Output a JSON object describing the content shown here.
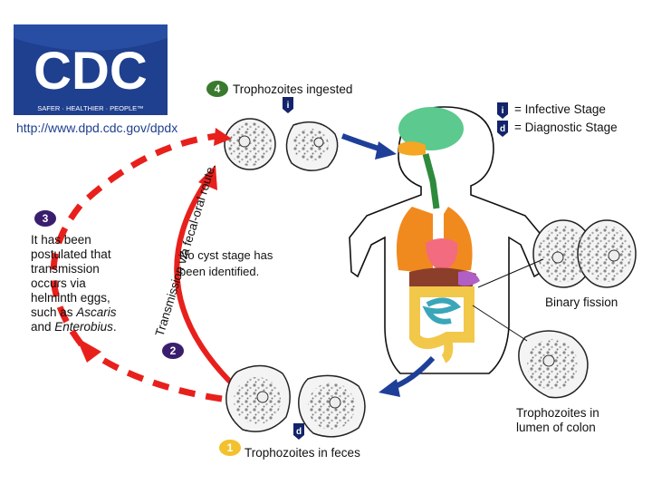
{
  "logo": {
    "text": "CDC",
    "tagline": "SAFER · HEALTHIER · PEOPLE™"
  },
  "url": "http://www.dpd.cdc.gov/dpdx",
  "colors": {
    "cdc_blue": "#1f3f8f",
    "arrow_red": "#e8201c",
    "arrow_blue": "#1e3f99",
    "badge_purple": "#3a1e6e",
    "badge_yellow": "#f2c12e",
    "badge_navy": "#13246b"
  },
  "legend": {
    "infective_badge": "i",
    "infective_label": "= Infective Stage",
    "diagnostic_badge": "d",
    "diagnostic_label": "= Diagnostic Stage"
  },
  "steps": {
    "s1": {
      "num": "1",
      "label": "Trophozoites in feces"
    },
    "s2": {
      "num": "2"
    },
    "s3": {
      "num": "3",
      "lines": [
        "It has been",
        "postulated that",
        "transmission",
        "occurs via",
        "helminth eggs,"
      ],
      "line6_prefix": "such as ",
      "line6_italic": "Ascaris",
      "line7_prefix": "and ",
      "line7_italic": "Enterobius",
      "line7_suffix": "."
    },
    "s4": {
      "num": "4",
      "label": "Trophozoites ingested"
    }
  },
  "badges": {
    "infective": "i",
    "diagnostic": "d"
  },
  "route_label": "Transmission via fecal-oral route.",
  "center_note": [
    "No cyst stage has",
    "been identified."
  ],
  "binary_fission": "Binary fission",
  "colon_label": [
    "Trophozoites in",
    "lumen of colon"
  ]
}
